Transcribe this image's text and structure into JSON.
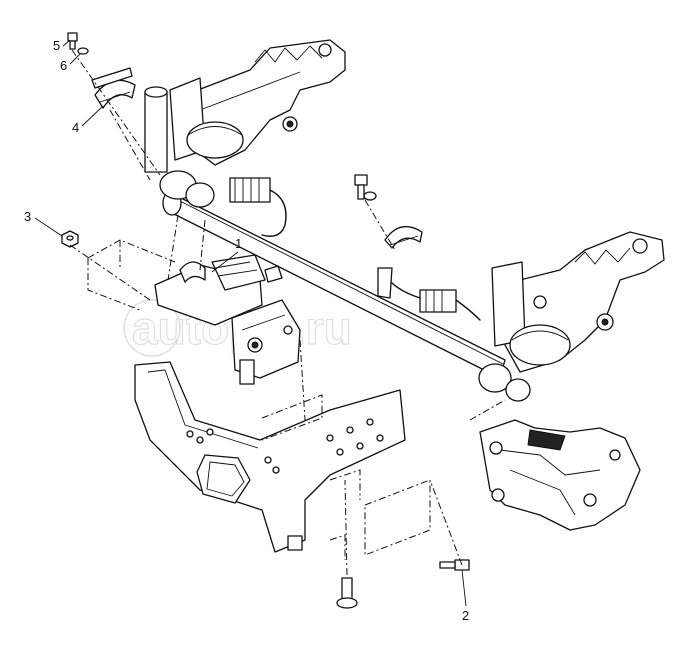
{
  "watermark": "autopiz.ru",
  "callouts": [
    {
      "id": "5",
      "label": "5"
    },
    {
      "id": "6",
      "label": "6"
    },
    {
      "id": "4",
      "label": "4"
    },
    {
      "id": "3",
      "label": "3"
    },
    {
      "id": "1",
      "label": "1"
    },
    {
      "id": "2",
      "label": "2"
    }
  ]
}
